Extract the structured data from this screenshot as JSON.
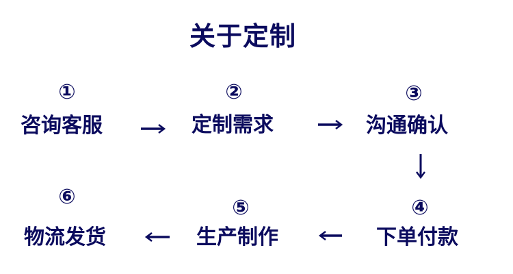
{
  "title": "关于定制",
  "colors": {
    "text": "#0b0b5e",
    "background": "#ffffff"
  },
  "steps": [
    {
      "number": "①",
      "label": "咨询客服"
    },
    {
      "number": "②",
      "label": "定制需求"
    },
    {
      "number": "③",
      "label": "沟通确认"
    },
    {
      "number": "④",
      "label": "下单付款"
    },
    {
      "number": "⑤",
      "label": "生产制作"
    },
    {
      "number": "⑥",
      "label": "物流发货"
    }
  ],
  "connectors": [
    {
      "from": 1,
      "to": 2,
      "direction": "right",
      "glyph": "→"
    },
    {
      "from": 2,
      "to": 3,
      "direction": "right",
      "glyph": "→"
    },
    {
      "from": 3,
      "to": 4,
      "direction": "down",
      "glyph": "↓"
    },
    {
      "from": 4,
      "to": 5,
      "direction": "left",
      "glyph": "←"
    },
    {
      "from": 5,
      "to": 6,
      "direction": "left",
      "glyph": "←"
    }
  ]
}
